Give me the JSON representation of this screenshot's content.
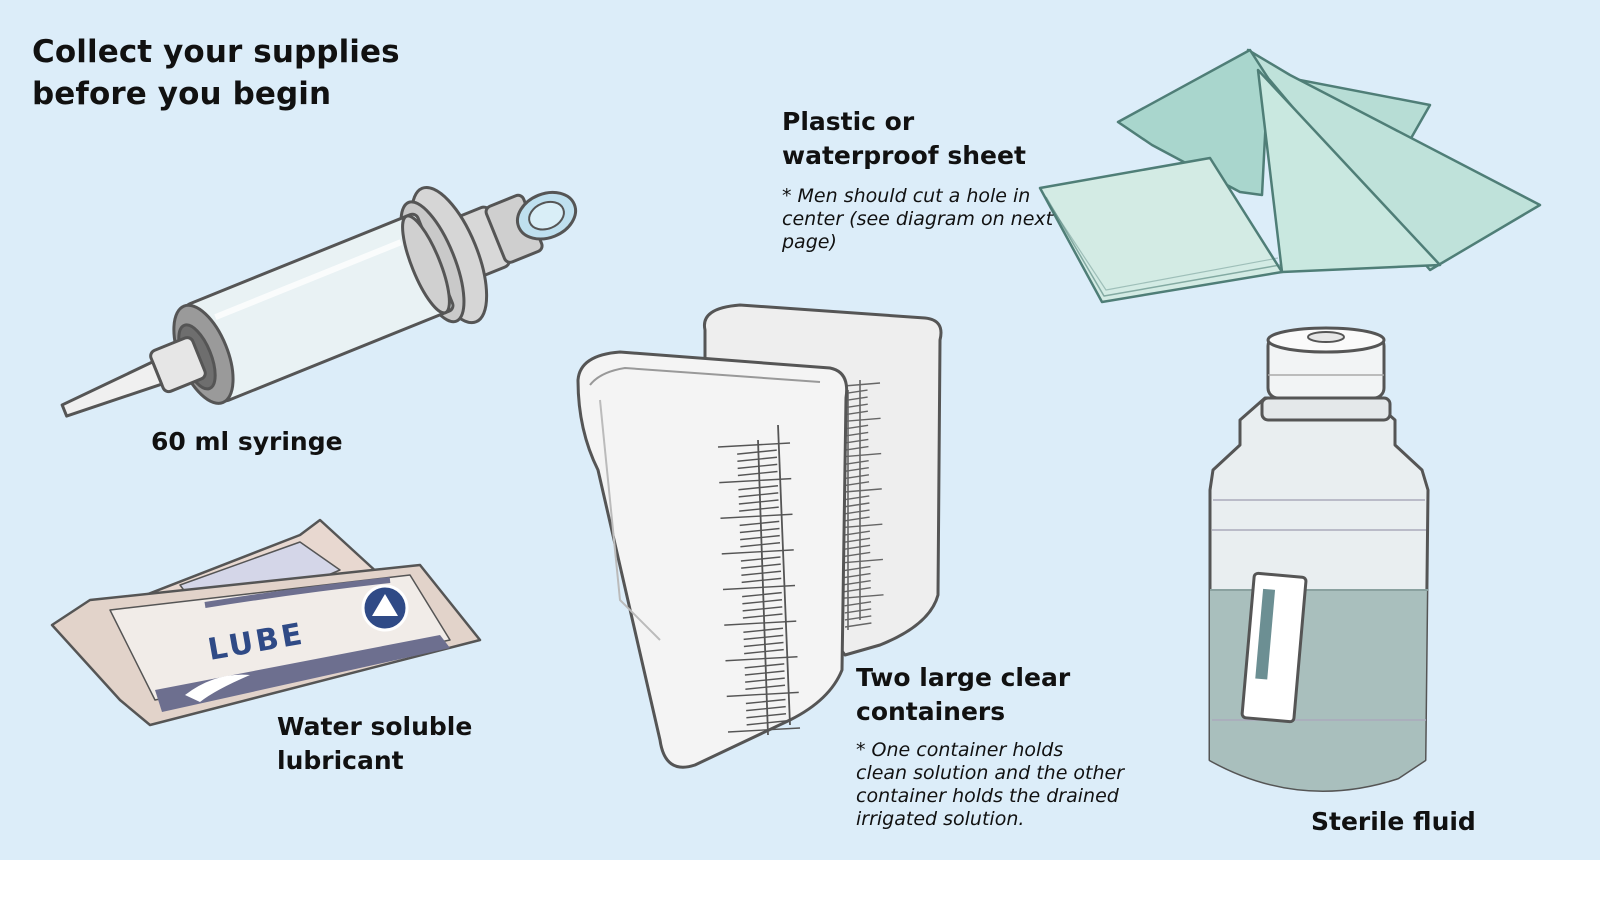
{
  "heading": {
    "line1": "Collect your supplies",
    "line2": "before you begin"
  },
  "syringe": {
    "label": "60 ml syringe"
  },
  "sheet": {
    "label_line1": "Plastic or",
    "label_line2": "waterproof sheet",
    "note_line1": "* Men should cut a hole in",
    "note_line2": "center (see diagram on next",
    "note_line3": "page)"
  },
  "lubricant": {
    "label_line1": "Water soluble",
    "label_line2": "lubricant",
    "packet_text": "LUBE"
  },
  "containers": {
    "label_line1": "Two large clear",
    "label_line2": "containers",
    "note_line1": "* One container holds",
    "note_line2": "clean solution and the other",
    "note_line3": "container holds the drained",
    "note_line4": "irrigated solution."
  },
  "fluid": {
    "label": "Sterile fluid"
  },
  "colors": {
    "background": "#dcedf9",
    "outline": "#555555",
    "sheet_green": "#a9d6cd",
    "lube_blue": "#2f4a86",
    "bottle_fluid": "#a9bfbd"
  }
}
